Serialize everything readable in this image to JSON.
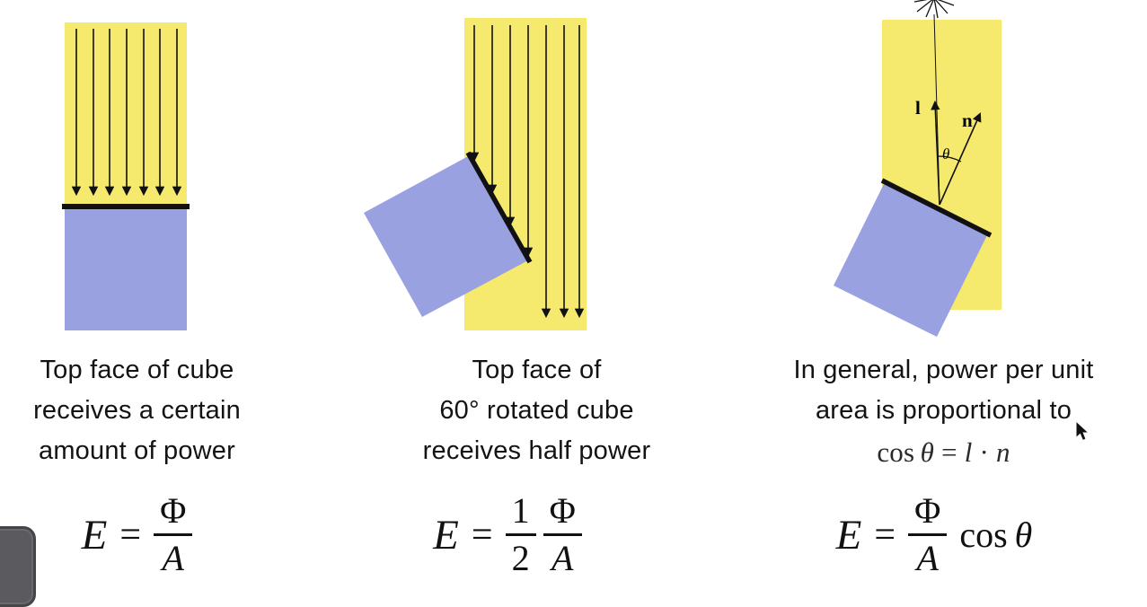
{
  "colors": {
    "light_beam_yellow": "#f5ea6e",
    "surface_blue": "#99a1e0",
    "ink": "#111111",
    "background": "#ffffff"
  },
  "panels": [
    {
      "caption": [
        "Top face of cube",
        "receives a certain",
        "amount of power"
      ],
      "equation": {
        "lhs": "E",
        "equals": "=",
        "num": "Φ",
        "den": "A"
      }
    },
    {
      "caption": [
        "Top face of",
        "60° rotated cube",
        "receives half power"
      ],
      "equation": {
        "lhs": "E",
        "equals": "=",
        "half_num": "1",
        "half_den": "2",
        "num": "Φ",
        "den": "A"
      }
    },
    {
      "caption": [
        "In general, power per unit",
        "area is proportional to"
      ],
      "math_line": {
        "cos": "cos",
        "theta": "θ",
        "equals": "=",
        "l": "l",
        "cdot": "·",
        "n": "n"
      },
      "equation": {
        "lhs": "E",
        "equals": "=",
        "num": "Φ",
        "den": "A",
        "cos": "cos",
        "theta": "θ"
      }
    }
  ],
  "diagram_labels": {
    "l": "l",
    "n": "n",
    "theta": "θ"
  }
}
